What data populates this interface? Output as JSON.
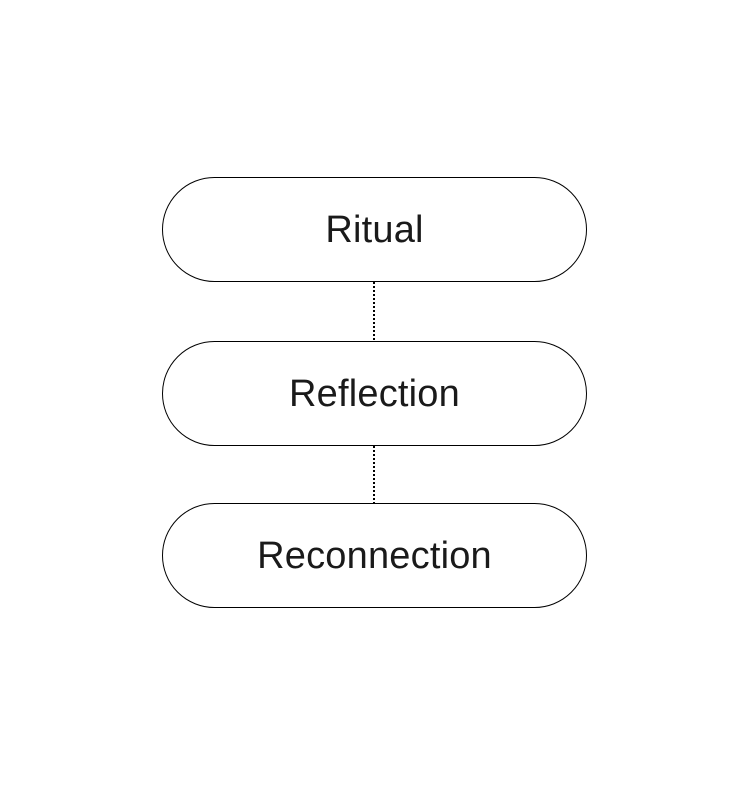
{
  "diagram": {
    "type": "flowchart-vertical",
    "connector_style": "dotted",
    "colors": {
      "background": "#ffffff",
      "node-fill": "#ffffff",
      "node-stroke": "#000000",
      "node-text": "#1a1a1a",
      "connector": "#000000"
    },
    "nodes": [
      {
        "id": "ritual",
        "label": "Ritual"
      },
      {
        "id": "reflection",
        "label": "Reflection"
      },
      {
        "id": "reconnection",
        "label": "Reconnection"
      }
    ],
    "edges": [
      {
        "from": "ritual",
        "to": "reflection",
        "style": "dotted"
      },
      {
        "from": "reflection",
        "to": "reconnection",
        "style": "dotted"
      }
    ]
  }
}
